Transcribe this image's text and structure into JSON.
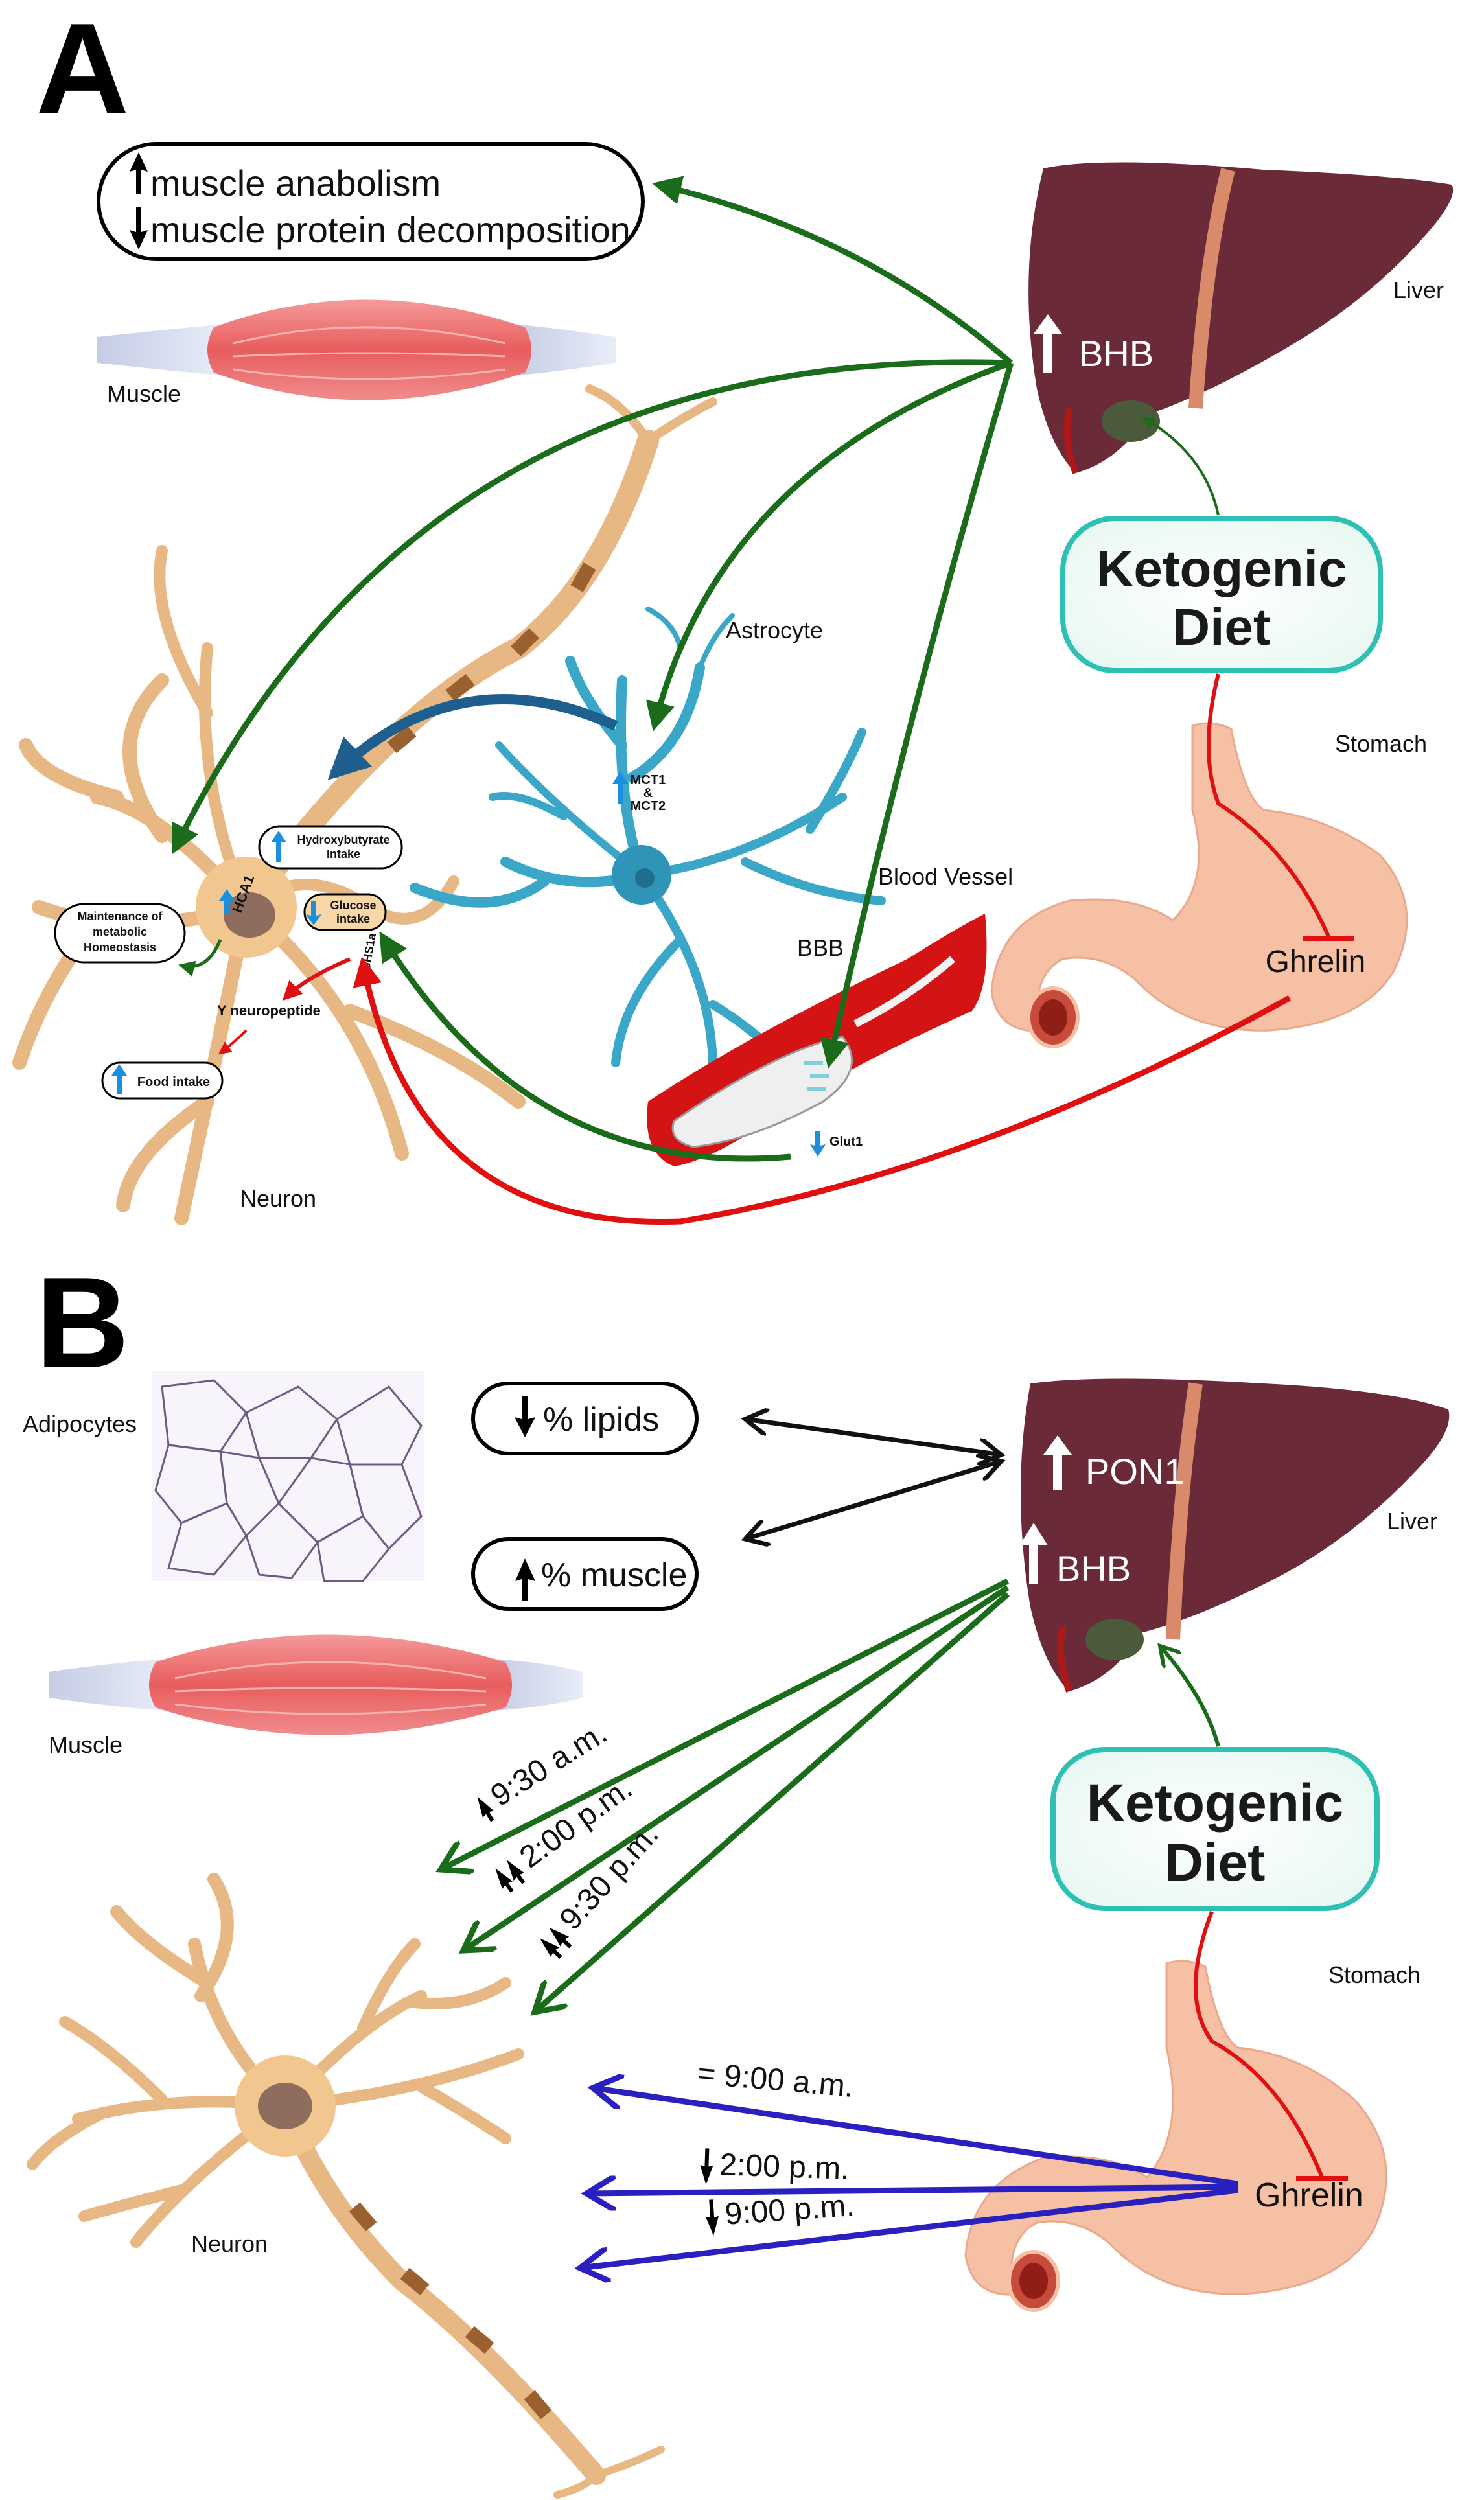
{
  "panels": {
    "a": "A",
    "b": "B"
  },
  "a": {
    "muscle_box": {
      "line1": "muscle anabolism",
      "line2": "muscle protein decomposition"
    },
    "muscle": "Muscle",
    "liver": "Liver",
    "bhb": "BHB",
    "diet": {
      "line1": "Ketogenic",
      "line2": "Diet"
    },
    "stomach": "Stomach",
    "ghrelin": "Ghrelin",
    "astrocyte": "Astrocyte",
    "mct": {
      "line1": "MCT1",
      "line2": "&",
      "line3": "MCT2"
    },
    "blood_vessel": "Blood Vessel",
    "bbb": "BBB",
    "glut1": "Glut1",
    "hydroxy": {
      "line1": "Hydroxybutyrate",
      "line2": "Intake"
    },
    "glucose": {
      "line1": "Glucose",
      "line2": "intake"
    },
    "hca1": "HCA1",
    "ghs1a": "+GHS1a",
    "maintenance": {
      "line1": "Maintenance of",
      "line2": "metabolic",
      "line3": "Homeostasis"
    },
    "neuropeptide": "Y  neuropeptide",
    "food": "Food intake",
    "neuron": "Neuron"
  },
  "b": {
    "adipocytes": "Adipocytes",
    "lipids": "% lipids",
    "muscle_pct": "% muscle",
    "muscle": "Muscle",
    "liver": "Liver",
    "pon1": "PON1",
    "bhb": "BHB",
    "diet": {
      "line1": "Ketogenic",
      "line2": "Diet"
    },
    "stomach": "Stomach",
    "ghrelin": "Ghrelin",
    "bhb_times": [
      "9:30 a.m.",
      "2:00 p.m.",
      "9:30 p.m."
    ],
    "ghrelin_times": [
      "= 9:00 a.m.",
      "2:00 p.m.",
      "9:00 p.m."
    ],
    "neuron": "Neuron"
  },
  "colors": {
    "green_arrow": "#1a6b1a",
    "red_arrow": "#e01010",
    "blue_arrow": "#2a1fbf",
    "teal_arrow": "#1f5f8f",
    "liver": "#6b2a38",
    "muscle": "#ee6b6b",
    "neuron": "#f2c68f",
    "astrocyte": "#3aa6c8",
    "stomach": "#f6c0a4",
    "diet_box_border": "#2ec0b5",
    "diet_box_fill": "#f3fcf8"
  },
  "icons": [
    "up-arrow-icon",
    "down-arrow-icon",
    "inhibition-bar-icon"
  ]
}
